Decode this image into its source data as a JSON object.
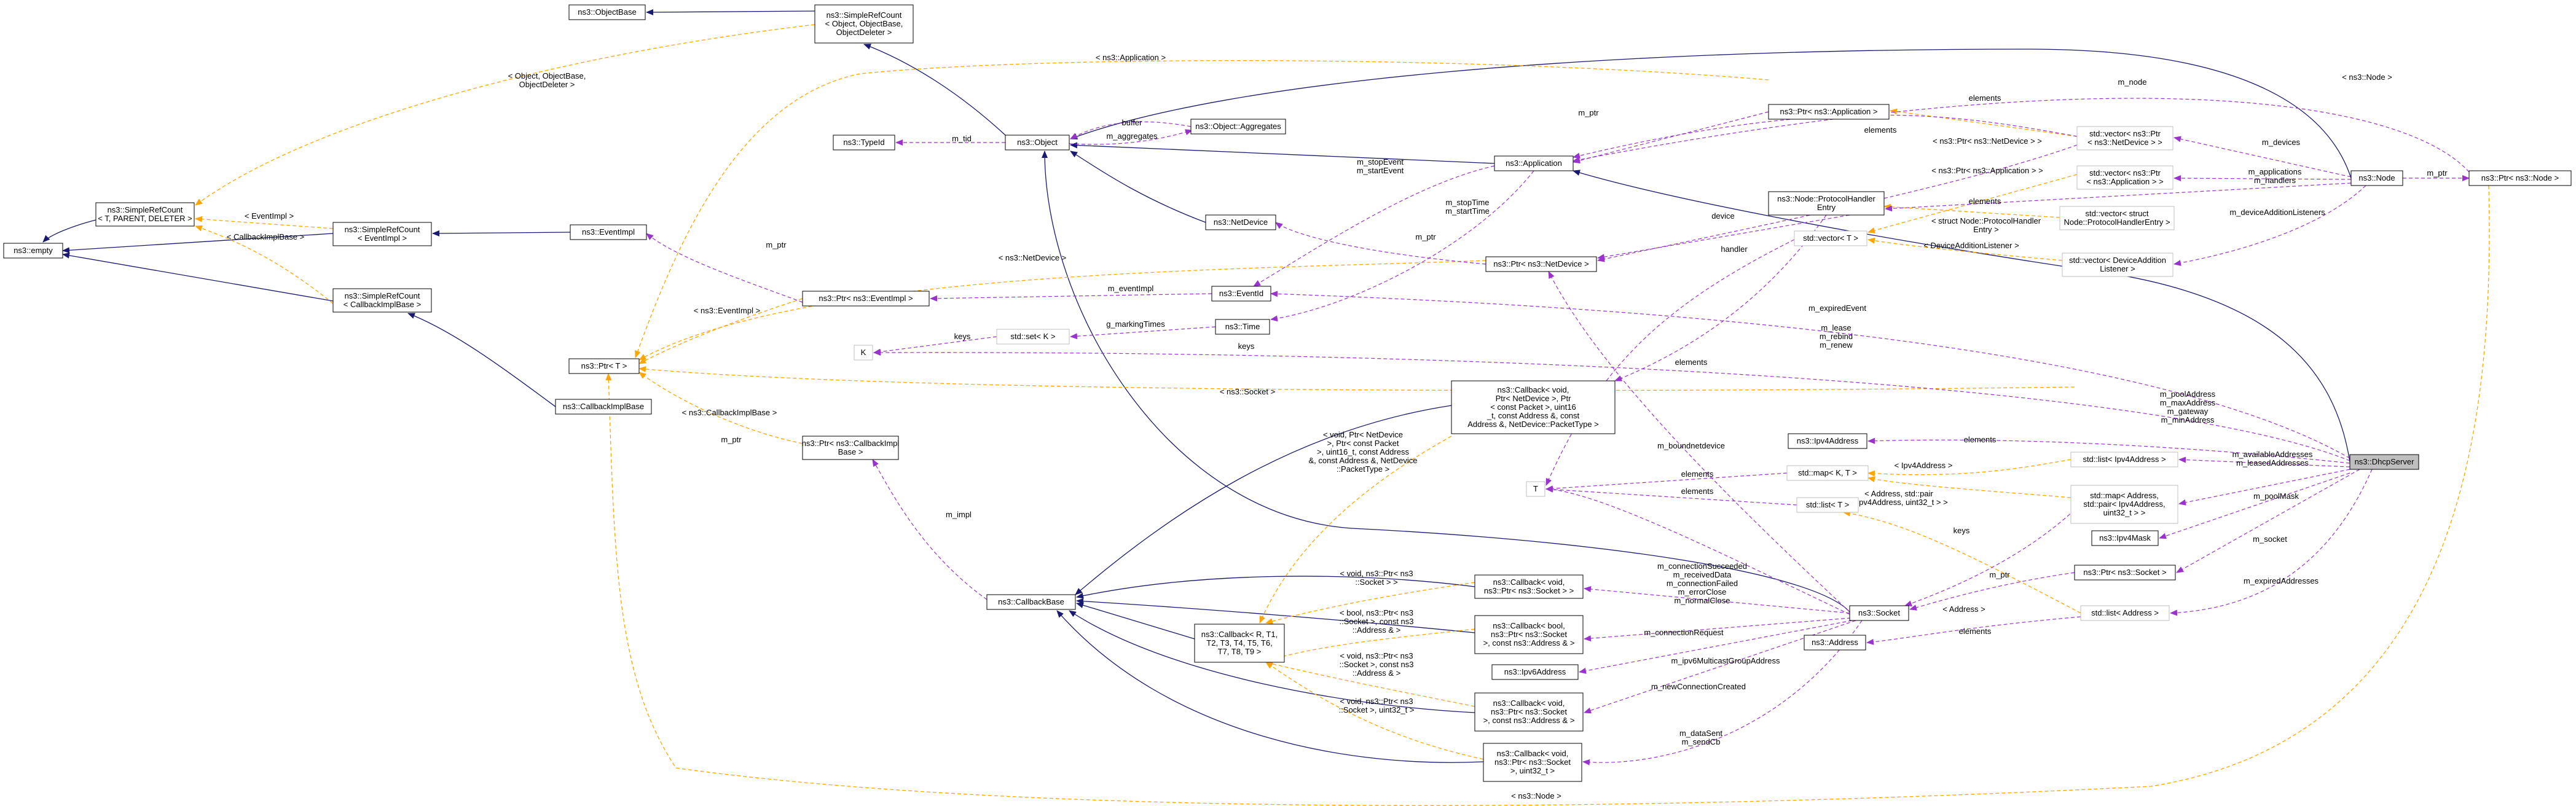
{
  "nodes": [
    {
      "id": "objectbase",
      "lines": [
        "ns3::ObjectBase"
      ]
    },
    {
      "id": "simplerefcount_object",
      "lines": [
        "ns3::SimpleRefCount",
        "< Object, ObjectBase,",
        "ObjectDeleter >"
      ]
    },
    {
      "id": "typeid",
      "lines": [
        "ns3::TypeId"
      ]
    },
    {
      "id": "object",
      "lines": [
        "ns3::Object"
      ]
    },
    {
      "id": "aggregates",
      "lines": [
        "ns3::Object::Aggregates"
      ]
    },
    {
      "id": "simplerefcount_t",
      "lines": [
        "ns3::SimpleRefCount",
        "< T, PARENT, DELETER >"
      ]
    },
    {
      "id": "empty",
      "lines": [
        "ns3::empty"
      ]
    },
    {
      "id": "simplerefcount_eventimpl",
      "lines": [
        "ns3::SimpleRefCount",
        "< EventImpl >"
      ]
    },
    {
      "id": "simplerefcount_callbackimplbase",
      "lines": [
        "ns3::SimpleRefCount",
        "< CallbackImplBase >"
      ]
    },
    {
      "id": "eventimpl",
      "lines": [
        "ns3::EventImpl"
      ]
    },
    {
      "id": "ptr_eventimpl",
      "lines": [
        "ns3::Ptr< ns3::EventImpl >"
      ]
    },
    {
      "id": "ptr_t",
      "lines": [
        "ns3::Ptr< T >"
      ]
    },
    {
      "id": "callbackimplbase",
      "lines": [
        "ns3::CallbackImplBase"
      ]
    },
    {
      "id": "ptr_callbackimplbase",
      "lines": [
        "ns3::Ptr< ns3::CallbackImpl",
        "Base >"
      ]
    },
    {
      "id": "k",
      "lines": [
        "K"
      ]
    },
    {
      "id": "set_k",
      "lines": [
        "std::set< K >"
      ]
    },
    {
      "id": "time",
      "lines": [
        "ns3::Time"
      ]
    },
    {
      "id": "eventid",
      "lines": [
        "ns3::EventId"
      ]
    },
    {
      "id": "netdevice",
      "lines": [
        "ns3::NetDevice"
      ]
    },
    {
      "id": "application",
      "lines": [
        "ns3::Application"
      ]
    },
    {
      "id": "ptr_application",
      "lines": [
        "ns3::Ptr< ns3::Application >"
      ]
    },
    {
      "id": "ptr_netdevice",
      "lines": [
        "ns3::Ptr< ns3::NetDevice >"
      ]
    },
    {
      "id": "protocolhandlerentry",
      "lines": [
        "ns3::Node::ProtocolHandler",
        "Entry"
      ]
    },
    {
      "id": "vector_t",
      "lines": [
        "std::vector< T >"
      ]
    },
    {
      "id": "vector_ptr_netdevice",
      "lines": [
        "std::vector< ns3::Ptr",
        "< ns3::NetDevice > >"
      ]
    },
    {
      "id": "vector_ptr_application",
      "lines": [
        "std::vector< ns3::Ptr",
        "< ns3::Application > >"
      ]
    },
    {
      "id": "vector_protocolhandlerentry",
      "lines": [
        "std::vector< struct",
        "Node::ProtocolHandlerEntry >"
      ]
    },
    {
      "id": "vector_deviceadditionlistener",
      "lines": [
        "std::vector< DeviceAddition",
        "Listener >"
      ]
    },
    {
      "id": "node",
      "lines": [
        "ns3::Node"
      ]
    },
    {
      "id": "ptr_node",
      "lines": [
        "ns3::Ptr< ns3::Node >"
      ]
    },
    {
      "id": "callback_netdevice_packettype",
      "lines": [
        "ns3::Callback< void,",
        "Ptr< NetDevice >, Ptr",
        "< const Packet >, uint16",
        "_t, const Address &, const",
        "Address &, NetDevice::PacketType >"
      ]
    },
    {
      "id": "ipv4address",
      "lines": [
        "ns3::Ipv4Address"
      ]
    },
    {
      "id": "list_ipv4address",
      "lines": [
        "std::list< Ipv4Address >"
      ]
    },
    {
      "id": "t",
      "lines": [
        "T"
      ]
    },
    {
      "id": "map_k_t",
      "lines": [
        "std::map< K, T >"
      ]
    },
    {
      "id": "list_t",
      "lines": [
        "std::list< T >"
      ]
    },
    {
      "id": "map_address_pair",
      "lines": [
        "std::map< Address,",
        "std::pair< Ipv4Address,",
        "uint32_t > >"
      ]
    },
    {
      "id": "ipv4mask",
      "lines": [
        "ns3::Ipv4Mask"
      ]
    },
    {
      "id": "ptr_socket",
      "lines": [
        "ns3::Ptr< ns3::Socket >"
      ]
    },
    {
      "id": "list_address",
      "lines": [
        "std::list< Address >"
      ]
    },
    {
      "id": "address",
      "lines": [
        "ns3::Address"
      ]
    },
    {
      "id": "dhcpserver",
      "lines": [
        "ns3::DhcpServer"
      ]
    },
    {
      "id": "socket",
      "lines": [
        "ns3::Socket"
      ]
    },
    {
      "id": "callbackbase",
      "lines": [
        "ns3::CallbackBase"
      ]
    },
    {
      "id": "callback_rt",
      "lines": [
        "ns3::Callback< R, T1,",
        "T2, T3, T4, T5, T6,",
        "T7, T8, T9 >"
      ]
    },
    {
      "id": "callback_void_socket",
      "lines": [
        "ns3::Callback< void,",
        "ns3::Ptr< ns3::Socket > >"
      ]
    },
    {
      "id": "callback_bool_socket_address",
      "lines": [
        "ns3::Callback< bool,",
        "ns3::Ptr< ns3::Socket",
        ">, const ns3::Address & >"
      ]
    },
    {
      "id": "ipv6address",
      "lines": [
        "ns3::Ipv6Address"
      ]
    },
    {
      "id": "callback_void_socket_address",
      "lines": [
        "ns3::Callback< void,",
        "ns3::Ptr< ns3::Socket",
        ">, const ns3::Address & >"
      ]
    },
    {
      "id": "callback_void_socket_uint32",
      "lines": [
        "ns3::Callback< void,",
        "ns3::Ptr< ns3::Socket",
        ">, uint32_t >"
      ]
    }
  ],
  "edge_labels": [
    {
      "id": "lbl_object_objectbase",
      "lines": [
        "< Object, ObjectBase,",
        "ObjectDeleter >"
      ]
    },
    {
      "id": "lbl_application_tpl",
      "lines": [
        "< ns3::Application >"
      ]
    },
    {
      "id": "lbl_node_top",
      "lines": [
        "m_node"
      ]
    },
    {
      "id": "lbl_tid",
      "lines": [
        "m_tid"
      ]
    },
    {
      "id": "lbl_buffer",
      "lines": [
        "buffer"
      ]
    },
    {
      "id": "lbl_aggregates",
      "lines": [
        "m_aggregates"
      ]
    },
    {
      "id": "lbl_eventimpl_tpl",
      "lines": [
        "< EventImpl >"
      ]
    },
    {
      "id": "lbl_callbackimplbase_tpl",
      "lines": [
        "< CallbackImplBase >"
      ]
    },
    {
      "id": "lbl_ptr_eventimpl",
      "lines": [
        "m_ptr"
      ]
    },
    {
      "id": "lbl_netdevice_tpl",
      "lines": [
        "< ns3::NetDevice >"
      ]
    },
    {
      "id": "lbl_eventimpl_ptr_tpl",
      "lines": [
        "< ns3::EventImpl >"
      ]
    },
    {
      "id": "lbl_eventimpl_member",
      "lines": [
        "m_eventImpl"
      ]
    },
    {
      "id": "lbl_keys1",
      "lines": [
        "keys"
      ]
    },
    {
      "id": "lbl_markingtimes",
      "lines": [
        "g_markingTimes"
      ]
    },
    {
      "id": "lbl_keys2",
      "lines": [
        "keys"
      ]
    },
    {
      "id": "lbl_socket_tpl",
      "lines": [
        "< ns3::Socket >"
      ]
    },
    {
      "id": "lbl_callbackimplbase_ptr_tpl",
      "lines": [
        "< ns3::CallbackImplBase >"
      ]
    },
    {
      "id": "lbl_ptr_callback",
      "lines": [
        "m_ptr"
      ]
    },
    {
      "id": "lbl_impl",
      "lines": [
        "m_impl"
      ]
    },
    {
      "id": "lbl_stop_start_event",
      "lines": [
        "m_stopEvent",
        "m_startEvent"
      ]
    },
    {
      "id": "lbl_stop_start_time",
      "lines": [
        "m_stopTime",
        "m_startTime"
      ]
    },
    {
      "id": "lbl_ptr_netdevice",
      "lines": [
        "m_ptr"
      ]
    },
    {
      "id": "lbl_ptr_application",
      "lines": [
        "m_ptr"
      ]
    },
    {
      "id": "lbl_elements_app",
      "lines": [
        "elements"
      ]
    },
    {
      "id": "lbl_device",
      "lines": [
        "device"
      ]
    },
    {
      "id": "lbl_handler",
      "lines": [
        "handler"
      ]
    },
    {
      "id": "lbl_elements_vec1",
      "lines": [
        "elements"
      ]
    },
    {
      "id": "lbl_ptr_netdevice_tpl",
      "lines": [
        "< ns3::Ptr< ns3::NetDevice > >"
      ]
    },
    {
      "id": "lbl_ptr_application_tpl",
      "lines": [
        "< ns3::Ptr< ns3::Application > >"
      ]
    },
    {
      "id": "lbl_elements_vec2",
      "lines": [
        "elements"
      ]
    },
    {
      "id": "lbl_struct_entry_tpl",
      "lines": [
        "< struct Node::ProtocolHandler",
        "Entry >"
      ]
    },
    {
      "id": "lbl_listener_tpl",
      "lines": [
        "< DeviceAdditionListener >"
      ]
    },
    {
      "id": "lbl_devices",
      "lines": [
        "m_devices"
      ]
    },
    {
      "id": "lbl_applications",
      "lines": [
        "m_applications",
        "m_handlers"
      ]
    },
    {
      "id": "lbl_device_listeners",
      "lines": [
        "m_deviceAdditionListeners"
      ]
    },
    {
      "id": "lbl_ptr_node",
      "lines": [
        "m_ptr"
      ]
    },
    {
      "id": "lbl_node_tpl",
      "lines": [
        "< ns3::Node >"
      ]
    },
    {
      "id": "lbl_expiredevent",
      "lines": [
        "m_expiredEvent"
      ]
    },
    {
      "id": "lbl_lease",
      "lines": [
        "m_lease",
        "m_rebind",
        "m_renew"
      ]
    },
    {
      "id": "lbl_elements_mid",
      "lines": [
        "elements"
      ]
    },
    {
      "id": "lbl_pool",
      "lines": [
        "m_poolAddress",
        "m_maxAddress",
        "m_gateway",
        "m_minAddress"
      ]
    },
    {
      "id": "lbl_elements_ipv4",
      "lines": [
        "elements"
      ]
    },
    {
      "id": "lbl_ipv4address_tpl",
      "lines": [
        "< Ipv4Address >"
      ]
    },
    {
      "id": "lbl_available",
      "lines": [
        "m_availableAddresses",
        "m_leasedAddresses"
      ]
    },
    {
      "id": "lbl_address_pair_tpl",
      "lines": [
        "< Address, std::pair",
        "< Ipv4Address, uint32_t > >"
      ]
    },
    {
      "id": "lbl_boundnetdevice",
      "lines": [
        "m_boundnetdevice"
      ]
    },
    {
      "id": "lbl_elements_t1",
      "lines": [
        "elements"
      ]
    },
    {
      "id": "lbl_elements_t2",
      "lines": [
        "elements"
      ]
    },
    {
      "id": "lbl_keys3",
      "lines": [
        "keys"
      ]
    },
    {
      "id": "lbl_poolmask",
      "lines": [
        "m_poolMask"
      ]
    },
    {
      "id": "lbl_socket",
      "lines": [
        "m_socket"
      ]
    },
    {
      "id": "lbl_ptr_socket",
      "lines": [
        "m_ptr"
      ]
    },
    {
      "id": "lbl_address_tpl",
      "lines": [
        "< Address >"
      ]
    },
    {
      "id": "lbl_elements_addr",
      "lines": [
        "elements"
      ]
    },
    {
      "id": "lbl_expiredaddresses",
      "lines": [
        "m_expiredAddresses"
      ]
    },
    {
      "id": "lbl_netdevice_cb_tpl",
      "lines": [
        "< void, Ptr< NetDevice",
        ">, Ptr< const Packet",
        ">, uint16_t, const Address",
        "&, const Address &, NetDevice",
        "::PacketType >"
      ]
    },
    {
      "id": "lbl_cb_void_socket_tpl",
      "lines": [
        "< void, ns3::Ptr< ns3",
        "::Socket > >"
      ]
    },
    {
      "id": "lbl_cb_bool_tpl",
      "lines": [
        "< bool, ns3::Ptr< ns3",
        "::Socket >, const ns3",
        "::Address & >"
      ]
    },
    {
      "id": "lbl_cb_void_addr_tpl",
      "lines": [
        "< void, ns3::Ptr< ns3",
        "::Socket >, const ns3",
        "::Address & >"
      ]
    },
    {
      "id": "lbl_cb_void_uint_tpl",
      "lines": [
        "< void, ns3::Ptr< ns3",
        "::Socket >, uint32_t >"
      ]
    },
    {
      "id": "lbl_connection",
      "lines": [
        "m_connectionSucceeded",
        "m_receivedData",
        "m_connectionFailed",
        "m_errorClose",
        "m_normalClose"
      ]
    },
    {
      "id": "lbl_connectionrequest",
      "lines": [
        "m_connectionRequest"
      ]
    },
    {
      "id": "lbl_ipv6multicast",
      "lines": [
        "m_ipv6MulticastGroupAddress"
      ]
    },
    {
      "id": "lbl_newconnection",
      "lines": [
        "m_newConnectionCreated"
      ]
    },
    {
      "id": "lbl_datasent",
      "lines": [
        "m_dataSent",
        "m_sendCb"
      ]
    },
    {
      "id": "lbl_node_bottom",
      "lines": [
        "< ns3::Node >"
      ]
    }
  ],
  "colors": {
    "inheritance": "#191970",
    "usage": "#9a32cd",
    "template": "#ffa500",
    "focus_fill": "#bfbfbf",
    "ghost_border": "#bfbfbf"
  }
}
